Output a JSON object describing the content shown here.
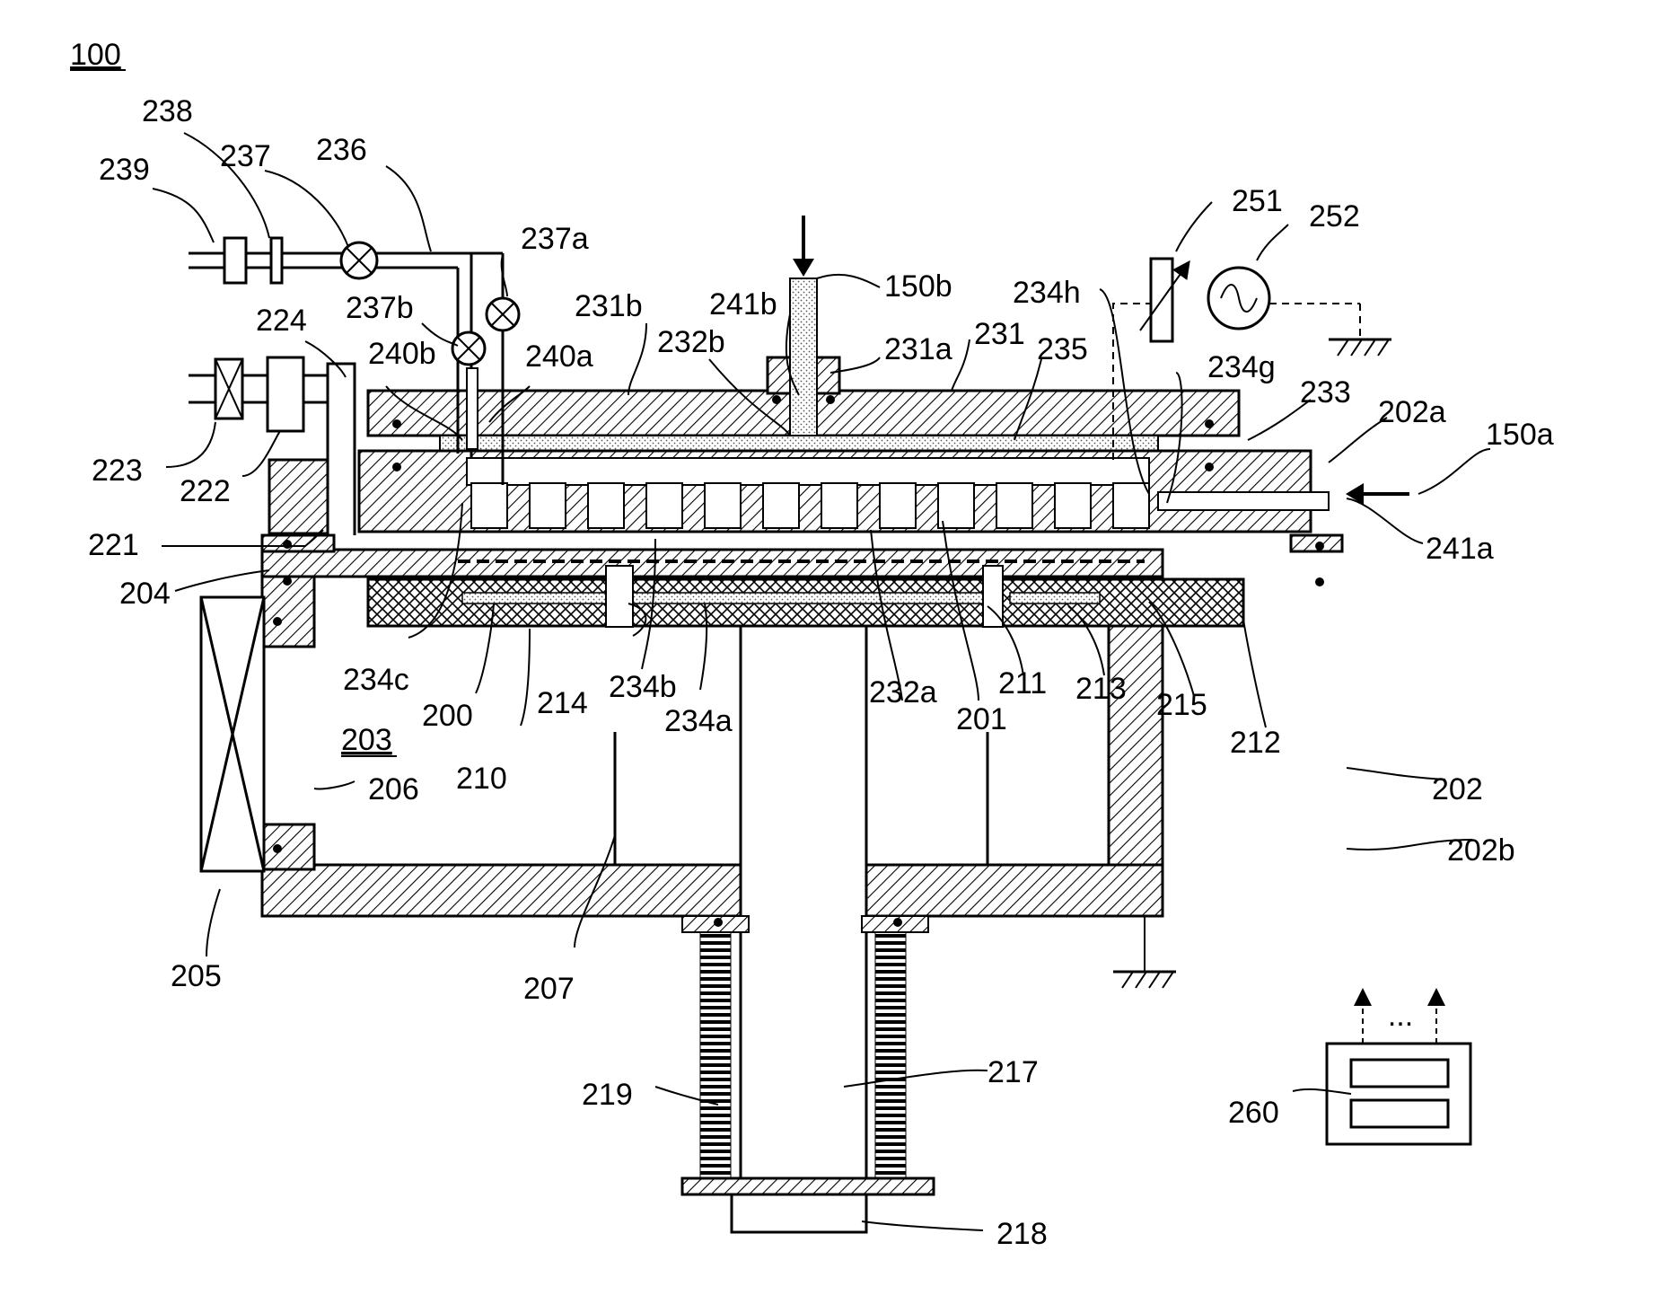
{
  "figure_number": "100",
  "labels": {
    "l239": "239",
    "l238": "238",
    "l237": "237",
    "l236": "236",
    "l237a": "237a",
    "l237b": "237b",
    "l224": "224",
    "l240b": "240b",
    "l240a": "240a",
    "l231b": "231b",
    "l241b": "241b",
    "l150b": "150b",
    "l232b": "232b",
    "l231a": "231a",
    "l231": "231",
    "l235": "235",
    "l234h": "234h",
    "l251": "251",
    "l252": "252",
    "l234g": "234g",
    "l233": "233",
    "l202a": "202a",
    "l150a": "150a",
    "l223": "223",
    "l222": "222",
    "l221": "221",
    "l241a": "241a",
    "l204": "204",
    "l234c": "234c",
    "l200": "200",
    "l214": "214",
    "l234b": "234b",
    "l234a": "234a",
    "l232a": "232a",
    "l201": "201",
    "l211": "211",
    "l213": "213",
    "l215": "215",
    "l212": "212",
    "l203": "203",
    "l210": "210",
    "l206": "206",
    "l202": "202",
    "l202b": "202b",
    "l205": "205",
    "l207": "207",
    "l219": "219",
    "l217": "217",
    "l260": "260",
    "l218": "218"
  },
  "controller_dots": "..."
}
